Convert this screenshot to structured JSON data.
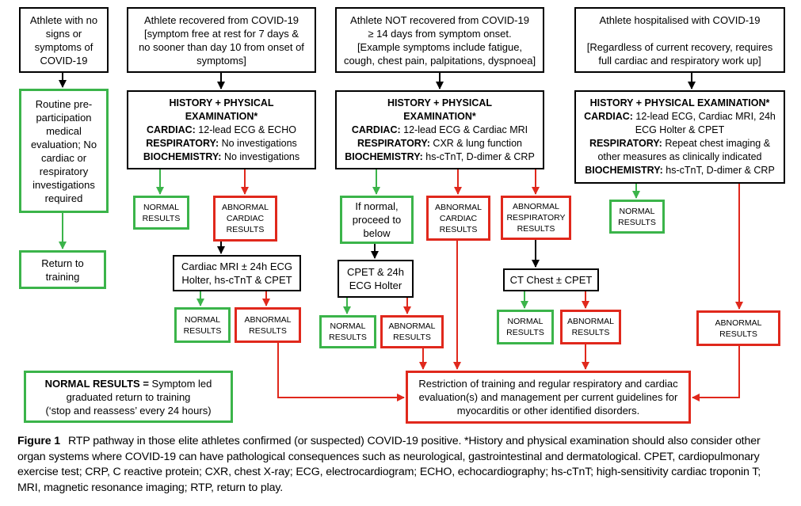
{
  "top": {
    "athlete_no_signs": [
      "Athlete with no",
      "signs or",
      "symptoms of",
      "COVID-19"
    ],
    "athlete_recovered": [
      "Athlete recovered from COVID-19",
      "[symptom free at rest for 7 days &",
      "no sooner than day 10 from onset of",
      "symptoms]"
    ],
    "athlete_not_recovered": [
      "Athlete NOT recovered from COVID-19",
      "≥ 14 days from symptom onset.",
      "[Example symptoms include fatigue,",
      "cough, chest pain, palpitations, dyspnoea]"
    ],
    "athlete_hospitalised": [
      "Athlete hospitalised with COVID-19",
      "",
      "[Regardless of current recovery, requires",
      "full cardiac and respiratory work up]"
    ]
  },
  "routine": [
    "Routine pre-",
    "participation",
    "medical",
    "evaluation; No",
    "cardiac or",
    "respiratory",
    "investigations",
    "required"
  ],
  "return_to_training": [
    "Return to",
    "training"
  ],
  "exam_recovered": {
    "title": [
      "HISTORY + PHYSICAL",
      "EXAMINATION*"
    ],
    "cardiac": {
      "label": "CARDIAC:",
      "text": " 12-lead ECG & ECHO"
    },
    "respiratory": {
      "label": "RESPIRATORY:",
      "text": " No investigations"
    },
    "biochemistry": {
      "label": "BIOCHEMISTRY:",
      "text": " No investigations"
    }
  },
  "exam_not_recovered": {
    "title": [
      "HISTORY + PHYSICAL",
      "EXAMINATION*"
    ],
    "cardiac": {
      "label": "CARDIAC:",
      "text": " 12-lead ECG & Cardiac MRI"
    },
    "respiratory": {
      "label": "RESPIRATORY:",
      "text": " CXR & lung function"
    },
    "biochemistry": {
      "label": "BIOCHEMISTRY:",
      "text": " hs-cTnT, D-dimer & CRP"
    }
  },
  "exam_hospitalised": {
    "title": "HISTORY + PHYSICAL EXAMINATION*",
    "cardiac": {
      "label": "CARDIAC:",
      "text": " 12-lead ECG, Cardiac MRI, 24h"
    },
    "cardiac2": "ECG Holter & CPET",
    "respiratory": {
      "label": "RESPIRATORY:",
      "text": " Repeat chest imaging &"
    },
    "respiratory2": "other measures as clinically indicated",
    "biochemistry": {
      "label": "BIOCHEMISTRY:",
      "text": " hs-cTnT, D-dimer & CRP"
    }
  },
  "normal_results": [
    "NORMAL",
    "RESULTS"
  ],
  "abnormal_cardiac": [
    "ABNORMAL",
    "CARDIAC",
    "RESULTS"
  ],
  "abnormal_respiratory": [
    "ABNORMAL",
    "RESPIRATORY",
    "RESULTS"
  ],
  "abnormal_results": [
    "ABNORMAL",
    "RESULTS"
  ],
  "cardiac_mri_box": [
    "Cardiac MRI ± 24h ECG",
    "Holter, hs-cTnT & CPET"
  ],
  "if_normal": [
    "If normal,",
    "proceed to",
    "below"
  ],
  "cpet_box": [
    "CPET & 24h",
    "ECG Holter"
  ],
  "ct_chest": "CT Chest ± CPET",
  "normal_note": {
    "label": "NORMAL RESULTS =",
    "text": " Symptom led",
    "line2": "graduated return to training",
    "line3": "(‘stop and reassess’ every 24 hours)"
  },
  "restriction": [
    "Restriction of training and regular respiratory and cardiac",
    "evaluation(s) and management per current guidelines for",
    "myocarditis or other identified disorders."
  ],
  "caption": {
    "label": "Figure 1",
    "text": "RTP pathway in those elite athletes confirmed (or suspected) COVID-19 positive. *History and physical examination should also consider other organ systems where COVID-19 can have pathological consequences such as neurological, gastrointestinal and dermatological. CPET, cardiopulmonary exercise test; CRP, C reactive protein; CXR, chest X-ray; ECG, electrocardiogram; ECHO, echocardiography; hs-cTnT; high-sensitivity cardiac troponin T; MRI, magnetic resonance imaging; RTP, return to play."
  },
  "colors": {
    "black": "#000000",
    "green": "#3bb44a",
    "red": "#e0281c"
  }
}
